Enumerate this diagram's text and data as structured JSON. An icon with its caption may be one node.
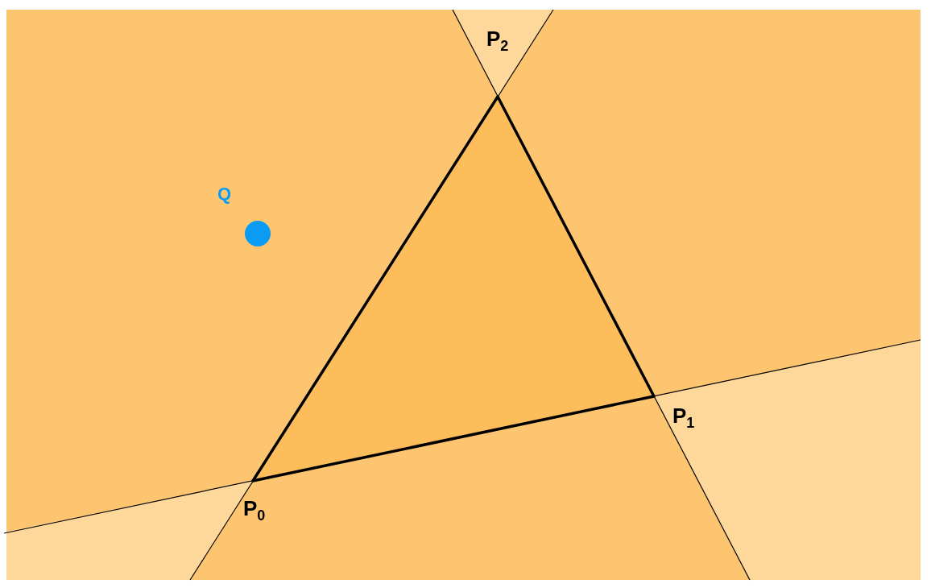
{
  "diagram": {
    "labels": [
      "P$_{2}$",
      "Q",
      "P$_{1}$",
      "P$_{0}$"
    ]
  }
}
